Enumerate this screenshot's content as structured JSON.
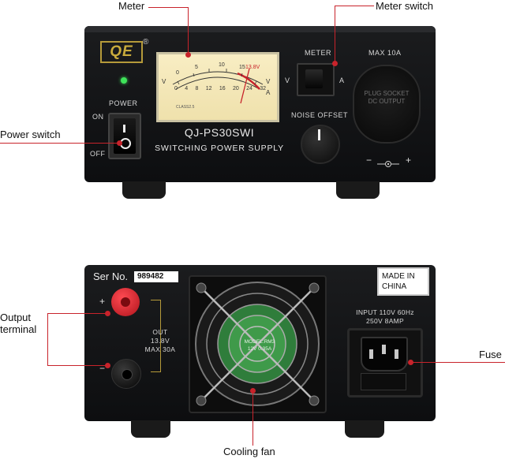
{
  "callouts": {
    "meter": "Meter",
    "meter_switch": "Meter switch",
    "power_switch": "Power switch",
    "output_terminal_line1": "Output",
    "output_terminal_line2": "terminal",
    "fuse": "Fuse",
    "cooling_fan": "Cooling fan"
  },
  "front": {
    "logo": "QE",
    "registered": "®",
    "power_label": "POWER",
    "on_label": "ON",
    "off_label": "OFF",
    "model": "QJ-PS30SWI",
    "subtitle": "SWITCHING POWER SUPPLY",
    "meter_switch_label": "METER",
    "meter_switch_v": "V",
    "meter_switch_a": "A",
    "noise_offset_label": "NOISE OFFSET",
    "max_label": "MAX 10A",
    "socket_text_line1": "PLUG SOCKET",
    "socket_text_line2": "DC OUTPUT",
    "polarity_minus": "−",
    "polarity_plus": "+",
    "meter_face": {
      "v_label_left": "V",
      "v_label_right": "V",
      "a_label": "A",
      "marker": "13.8V",
      "class": "CLASS2.5",
      "top_scale": [
        "0",
        "5",
        "10",
        "15"
      ],
      "bottom_scale": [
        "0",
        "4",
        "8",
        "12",
        "16",
        "20",
        "24",
        "32"
      ]
    }
  },
  "rear": {
    "serial_label": "Ser No.",
    "serial_number": "989482",
    "made_in_line1": "MADE IN",
    "made_in_line2": "CHINA",
    "plus_sign": "+",
    "minus_sign": "−",
    "out_line1": "OUT",
    "out_line2": "13.8V",
    "out_line3": "MAX 30A",
    "input_line1": "INPUT 110V 60Hz",
    "input_line2": "250V  8AMP",
    "fan_label_line1": "MODEL:RM3",
    "fan_label_line2": "12V 0.35A"
  },
  "colors": {
    "accent_red": "#c8232b",
    "panel": "#131416",
    "meter_face": "#f4e8b8",
    "led": "#3fe35a"
  }
}
